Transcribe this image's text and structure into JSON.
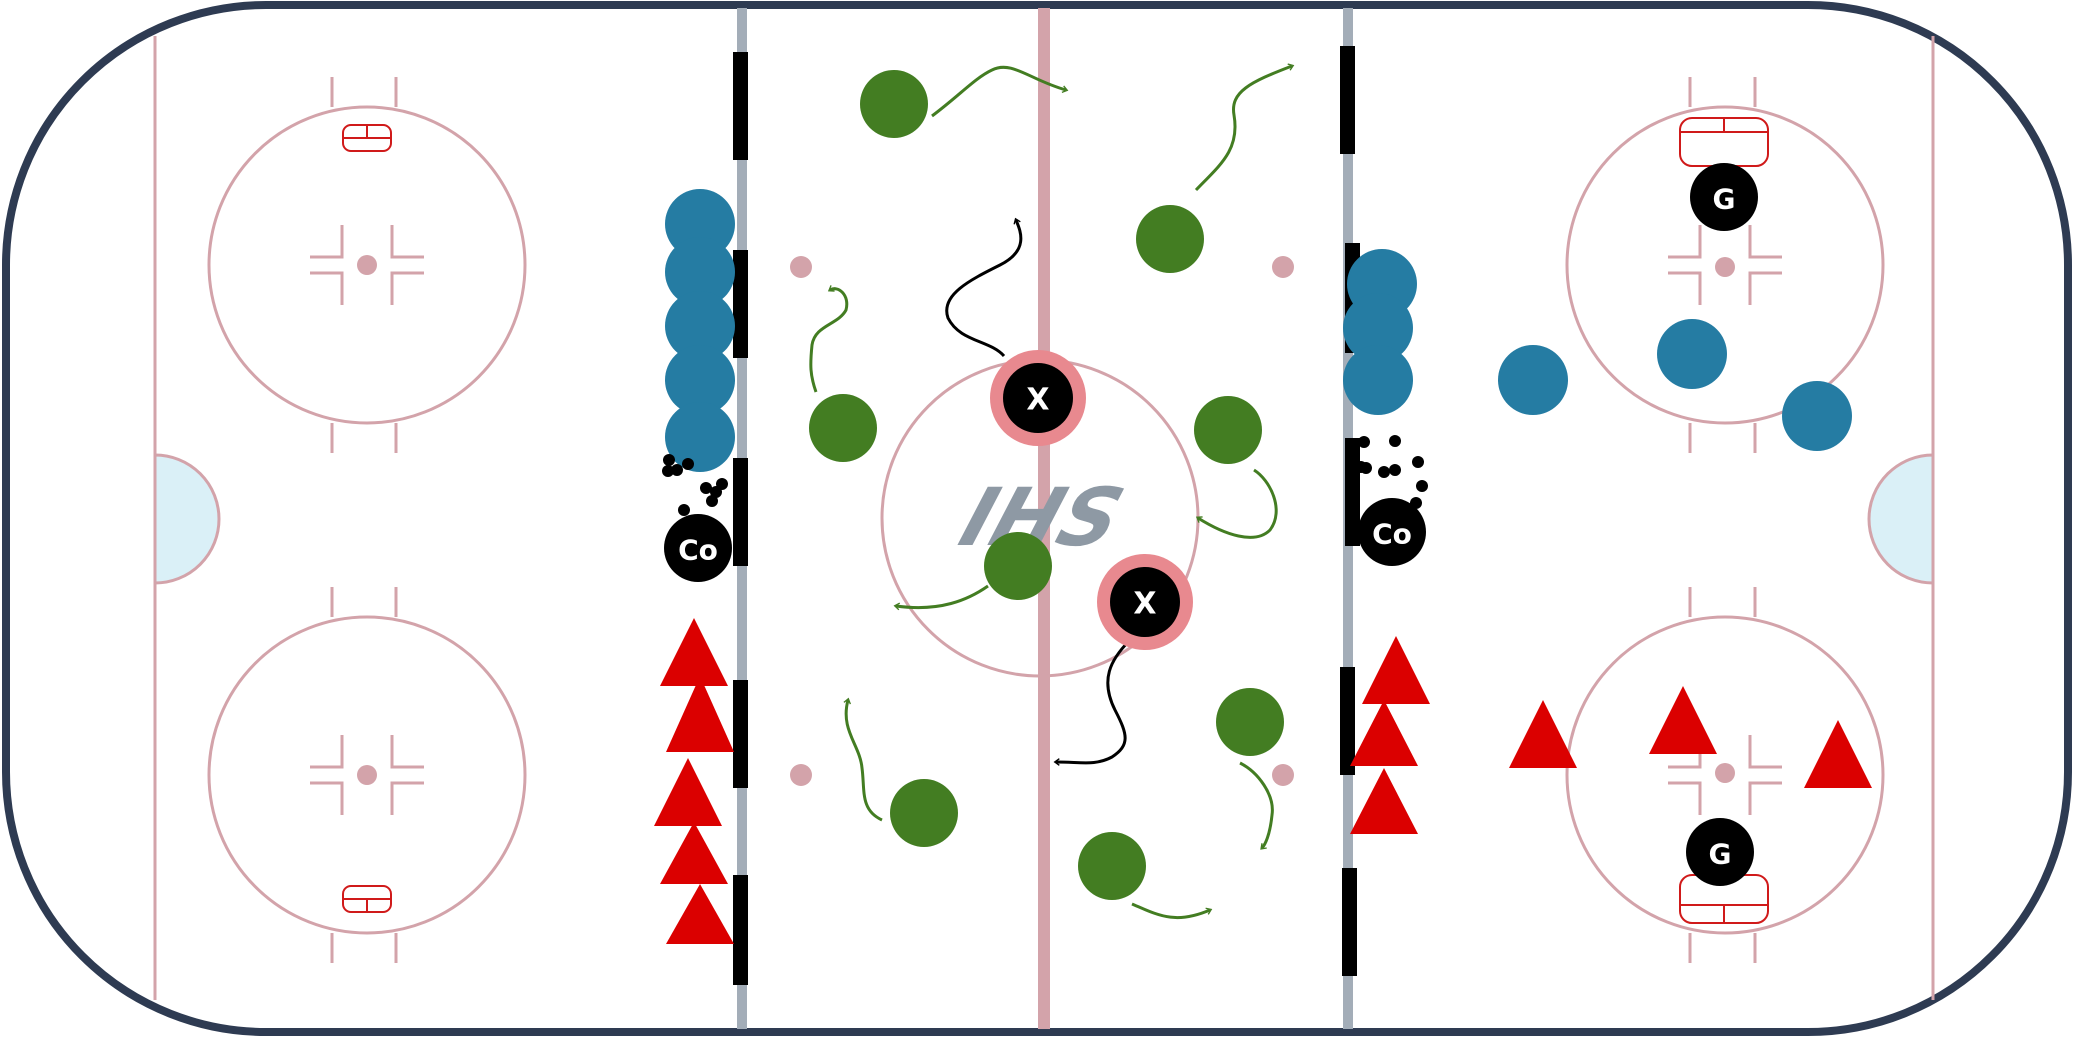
{
  "diagram": {
    "logo_text": "IHS",
    "colors": {
      "board": "#2e3b52",
      "ice_line": "#d3a3aa",
      "blue_line": "#a3adb8",
      "crease": "#daf0f7",
      "net": "#d01a1a",
      "player_green": "#437d22",
      "player_blue": "#257ca3",
      "cone_red": "#db0000",
      "marker_black": "#000000",
      "highlight_ring": "#e8898f"
    },
    "coach_label": "Co",
    "goalie_label": "G",
    "skater_label": "X"
  }
}
